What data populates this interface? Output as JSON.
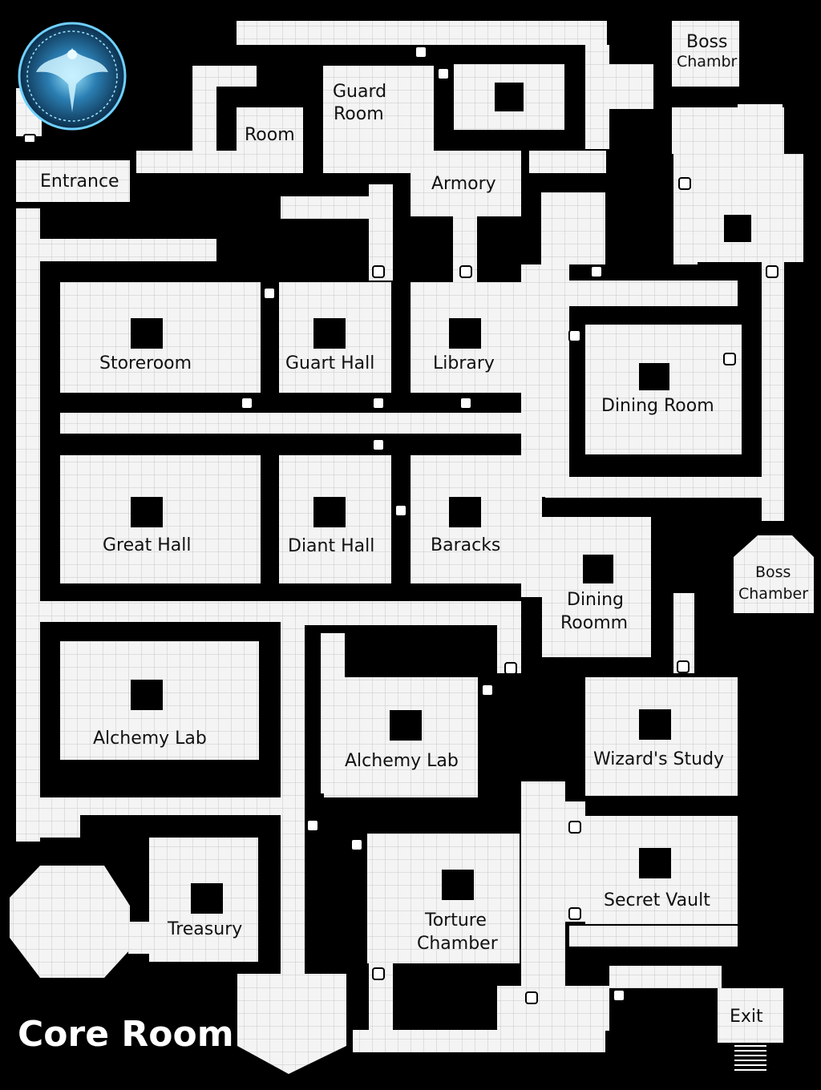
{
  "map": {
    "colors": {
      "background": "#000000",
      "floor": "#f4f4f4",
      "grid": "#c8c8c8",
      "wall": "#000000",
      "emblem": "#3aa6d8"
    },
    "emblem_icon": "winged-figure-emblem-icon",
    "rooms": {
      "entrance": "Entrance",
      "room": "Room",
      "guard_room_1": "Guard",
      "guard_room_2": "Room",
      "armory": "Armory",
      "boss_top_1": "Boss",
      "boss_top_2": "Chambr",
      "storeroom": "Storeroom",
      "guart_hall": "Guart Hall",
      "library": "Library",
      "dining_room": "Dining Room",
      "great_hall": "Great Hall",
      "diant_hall": "Diant Hall",
      "baracks": "Baracks",
      "boss_right_1": "Boss",
      "boss_right_2": "Chamber",
      "dining_roomm_1": "Dining",
      "dining_roomm_2": "Roomm",
      "alchemy_lab_left": "Alchemy Lab",
      "alchemy_lab_mid": "Alchemy Lab",
      "wizards_study": "Wizard's Study",
      "secret_vault": "Secret Vault",
      "treasury": "Treasury",
      "torture_1": "Torture",
      "torture_2": "Chamber",
      "exit": "Exit",
      "core_room": "Core Room"
    }
  }
}
